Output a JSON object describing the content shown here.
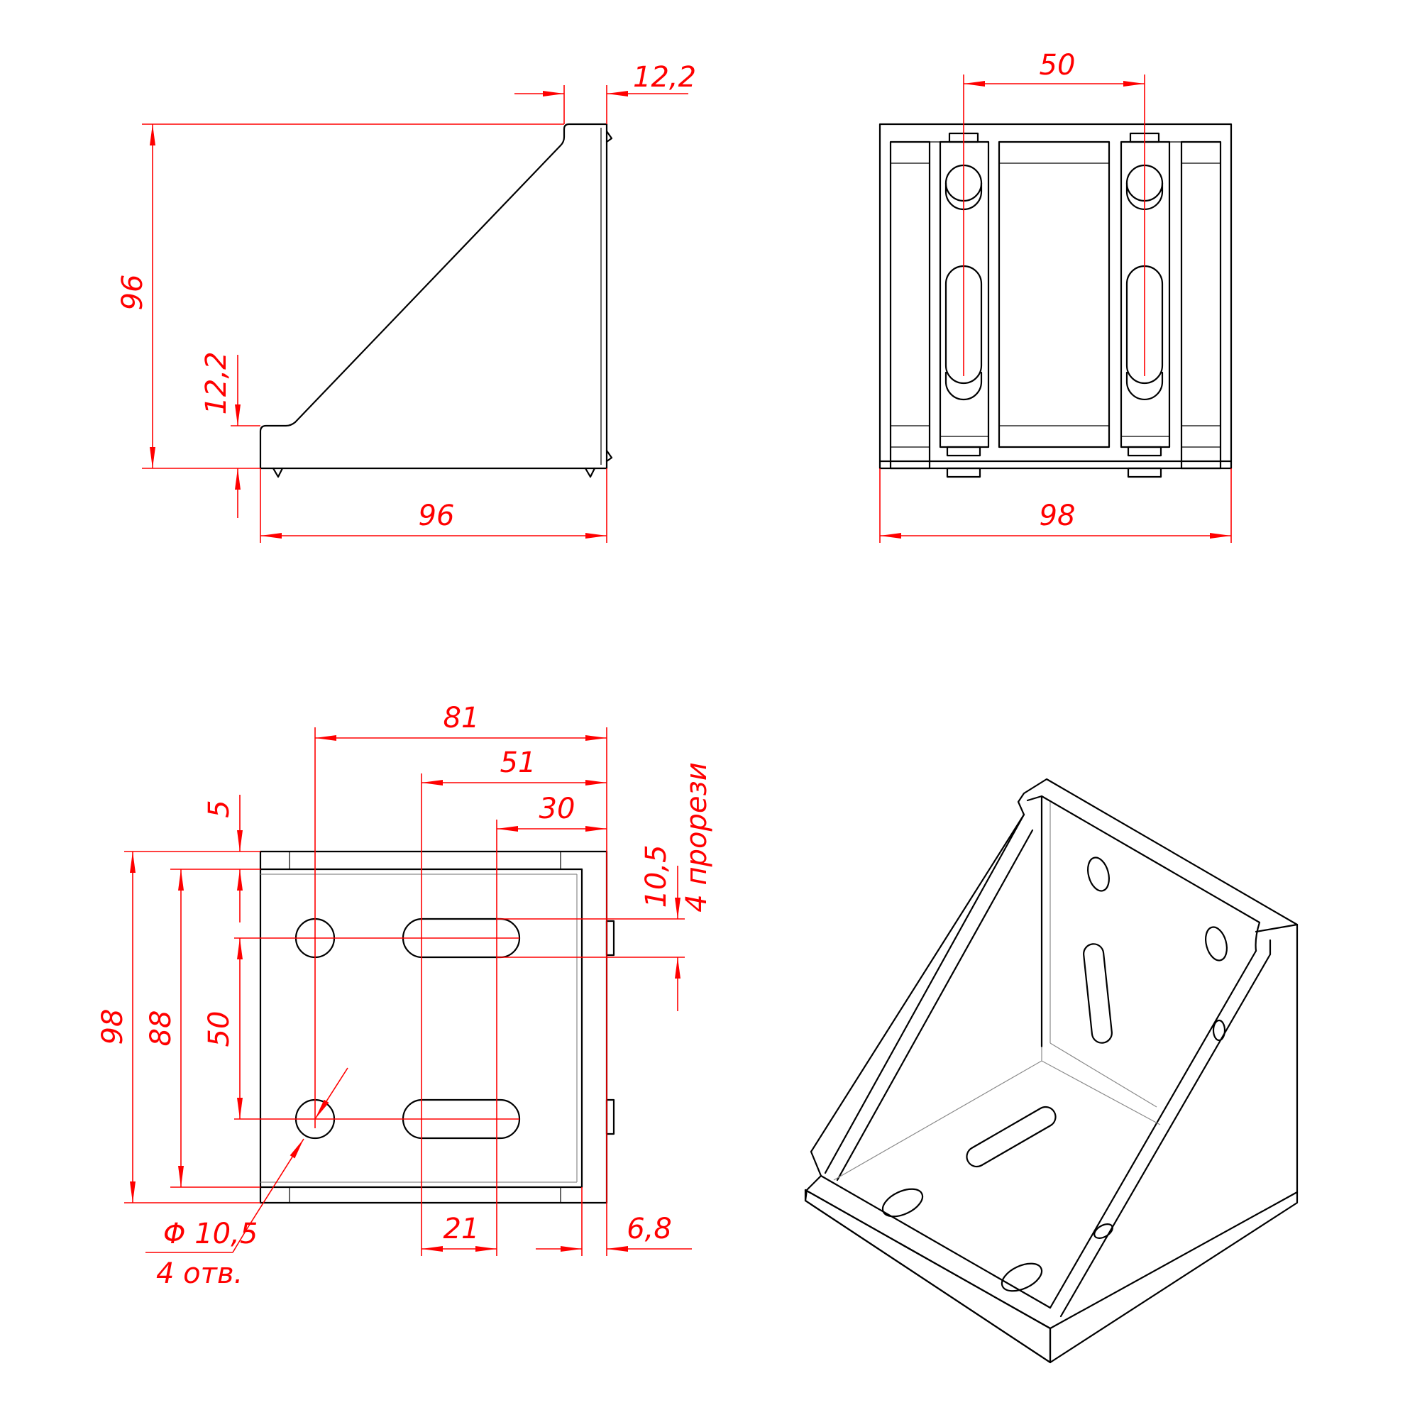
{
  "colors": {
    "outline": "#000000",
    "dimension": "#ff0000",
    "hidden": "#8a8a8a"
  },
  "labels": {
    "side_height": "96",
    "side_width": "96",
    "side_top_thickness": "12,2",
    "side_bottom_thickness": "12,2",
    "front_slot_spacing": "50",
    "front_width": "98",
    "top_81": "81",
    "top_51": "51",
    "top_30": "30",
    "top_5": "5",
    "top_98": "98",
    "top_88": "88",
    "top_50": "50",
    "slot_width": "10,5",
    "slot_note": "4 прорези",
    "hole_diameter": "Φ 10,5",
    "hole_note": "4 отв.",
    "top_21": "21",
    "top_6_8": "6,8"
  }
}
